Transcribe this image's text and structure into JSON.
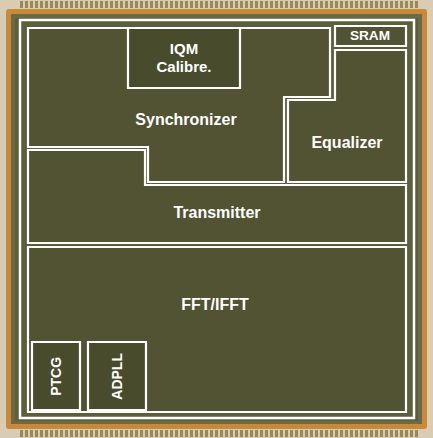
{
  "diagram": {
    "nodes": [
      {
        "text": [
          "Synchronizer"
        ]
      },
      {
        "text": [
          "IQM Calibre."
        ],
        "in": 0
      },
      {
        "text": [
          "SRAM"
        ]
      },
      {
        "text": [
          "Equalizer"
        ]
      },
      {
        "text": [
          "Transmitter"
        ]
      },
      {
        "text": [
          "FFT/IFFT"
        ]
      },
      {
        "text": [
          "PTCG"
        ],
        "in": 5
      },
      {
        "text": [
          "ADPLL"
        ],
        "in": 5
      }
    ]
  }
}
